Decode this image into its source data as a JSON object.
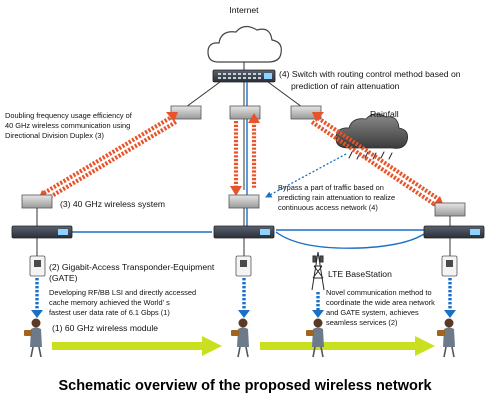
{
  "title": "Schematic overview of the proposed wireless network",
  "nodes": {
    "internet": "Internet",
    "rainfall": "Rainfall",
    "lte": "LTE BaseStation"
  },
  "labels": {
    "switch_l1": "(4) Switch with routing control method based on",
    "switch_l2": "prediction of rain attenuation",
    "dbl_l1": "Doubling frequency usage efficiency of",
    "dbl_l2": "40 GHz wireless communication using",
    "dbl_l3": "Directional Division Duplex (3)",
    "sys40": "(3) 40 GHz wireless system",
    "bypass_l1": "Bypass a part of traffic based on",
    "bypass_l2": "predicting rain attenuation to realize",
    "bypass_l3": "continuous access network (4)",
    "gate_l1": "(2) Gigabit-Access Transponder-Equipment",
    "gate_l2": "(GATE)",
    "lsi_l1": "Developing RF/BB LSI and directly accessed",
    "lsi_l2": "cache memory achieved the World’ s",
    "lsi_l3": "fastest user data rate of 6.1 Gbps (1)",
    "mod60": "(1) 60 GHz wireless module",
    "novel_l1": "Novel communication method to",
    "novel_l2": "coordinate the wide area network",
    "novel_l3": "and GATE system, achieves",
    "novel_l4": "seamless services (2)"
  },
  "colors": {
    "dashed_red": "#e8542a",
    "blue": "#1a6fc7",
    "yellow_arrow": "#c8e020",
    "cloud": "#5a5a5a"
  }
}
